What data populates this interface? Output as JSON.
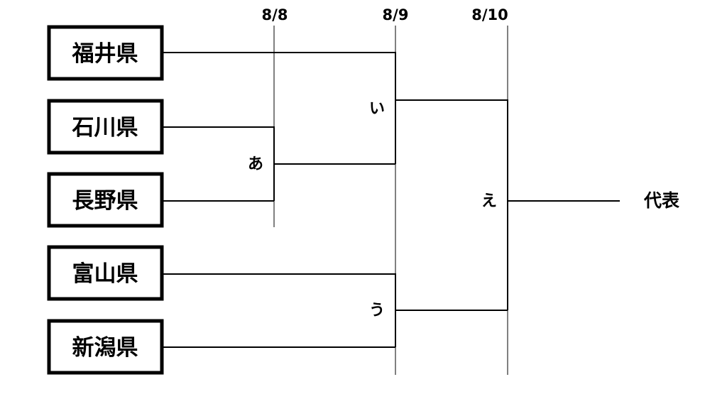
{
  "dates": [
    "8/8",
    "8/9",
    "8/10"
  ],
  "teams": [
    "福井県",
    "石川県",
    "長野県",
    "富山県",
    "新潟県"
  ],
  "matches": {
    "a": "あ",
    "i": "い",
    "u": "う",
    "e": "え"
  },
  "winner_label": "代表"
}
